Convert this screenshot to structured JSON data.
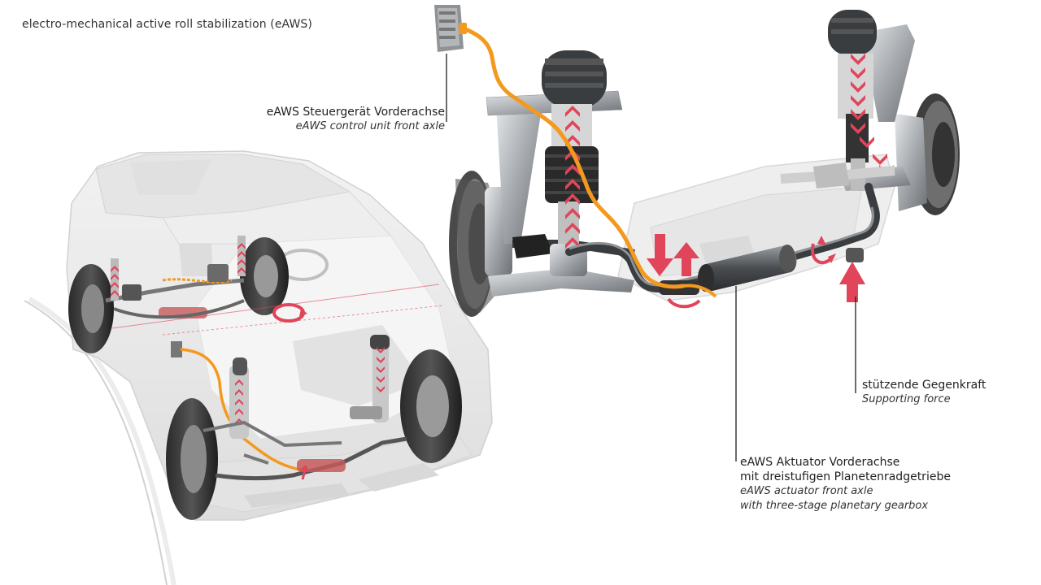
{
  "title": "electro-mechanical active roll stabilization (eAWS)",
  "labels": {
    "control_unit": {
      "de": "eAWS Steuergerät Vorderachse",
      "en": "eAWS control unit front axle"
    },
    "supporting_force": {
      "de": "stützende Gegenkraft",
      "en": "Supporting force"
    },
    "actuator": {
      "de_line1": "eAWS Aktuator Vorderachse",
      "de_line2": "mit dreistufigen Planetenradgetriebe",
      "en_line1": "eAWS actuator front axle",
      "en_line2": "with three-stage planetary gearbox"
    }
  },
  "colors": {
    "arrow_red": "#e0455a",
    "cable_orange": "#f39a1e",
    "metal_gray": "#8e9296",
    "dark_gray": "#3a3d40",
    "ghost_car": "#e8e8e8"
  }
}
